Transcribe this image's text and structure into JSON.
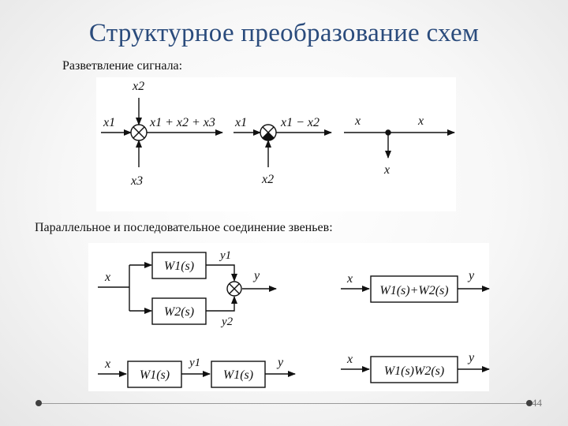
{
  "slide": {
    "title": "Структурное преобразование схем",
    "caption_branching": "Разветвление сигнала:",
    "caption_connections": "Параллельное и последовательное соединение звеньев:",
    "page_number": "44"
  },
  "branching": {
    "summer1": {
      "in_left": "x1",
      "in_top": "x2",
      "in_bottom": "x3",
      "out": "x1 + x2 + x3"
    },
    "summer2": {
      "in_left": "x1",
      "in_bottom": "x2",
      "out": "x1 − x2"
    },
    "branch": {
      "in": "x",
      "out": "x",
      "down": "x"
    }
  },
  "connections": {
    "parallel": {
      "input": "x",
      "block1": "W1(s)",
      "block2": "W2(s)",
      "y1": "y1",
      "y2": "y2",
      "output": "y"
    },
    "parallel_equiv": {
      "input": "x",
      "block": "W1(s)+W2(s)",
      "output": "y"
    },
    "series": {
      "input": "x",
      "block1": "W1(s)",
      "mid": "y1",
      "block2": "W1(s)",
      "output": "y"
    },
    "series_equiv": {
      "input": "x",
      "block": "W1(s)W2(s)",
      "output": "y"
    }
  }
}
